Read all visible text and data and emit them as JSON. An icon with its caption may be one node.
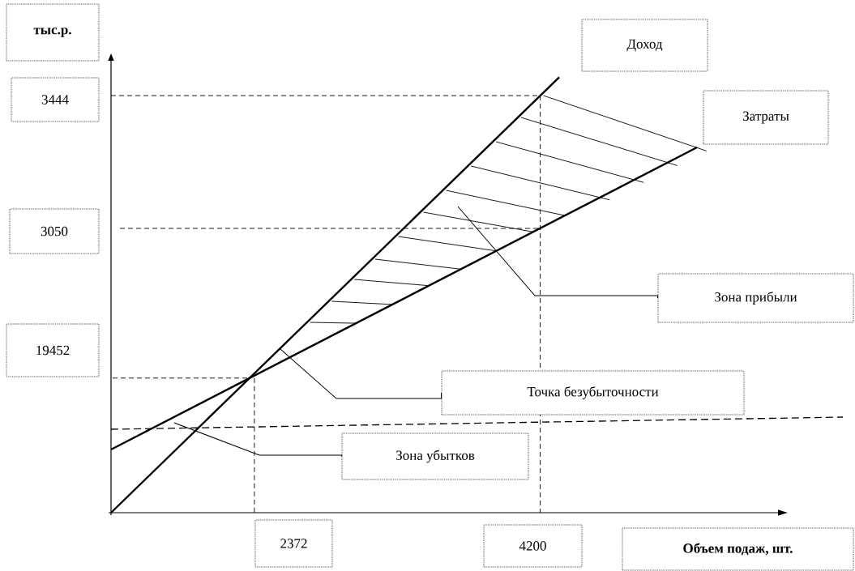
{
  "diagram": {
    "nodes": [
      {
        "text": [
          "тыс.р."
        ]
      },
      {
        "text": [
          "3444"
        ]
      },
      {
        "text": [
          "3050"
        ]
      },
      {
        "text": [
          "19452"
        ]
      },
      {
        "text": [
          "Доход"
        ]
      },
      {
        "text": [
          "Затраты"
        ]
      },
      {
        "text": [
          "Зона прибыли"
        ]
      },
      {
        "text": [
          "Точка безубыточности"
        ]
      },
      {
        "text": [
          "Зона убытков"
        ]
      },
      {
        "text": [
          "2372"
        ]
      },
      {
        "text": [
          "4200"
        ]
      },
      {
        "text": [
          "Объем подаж, шт."
        ]
      }
    ],
    "edges": [
      {
        "from": 6,
        "to": null,
        "arrow": "none"
      },
      {
        "from": 7,
        "to": null,
        "arrow": "none"
      },
      {
        "from": 8,
        "to": null,
        "arrow": "none"
      }
    ]
  }
}
